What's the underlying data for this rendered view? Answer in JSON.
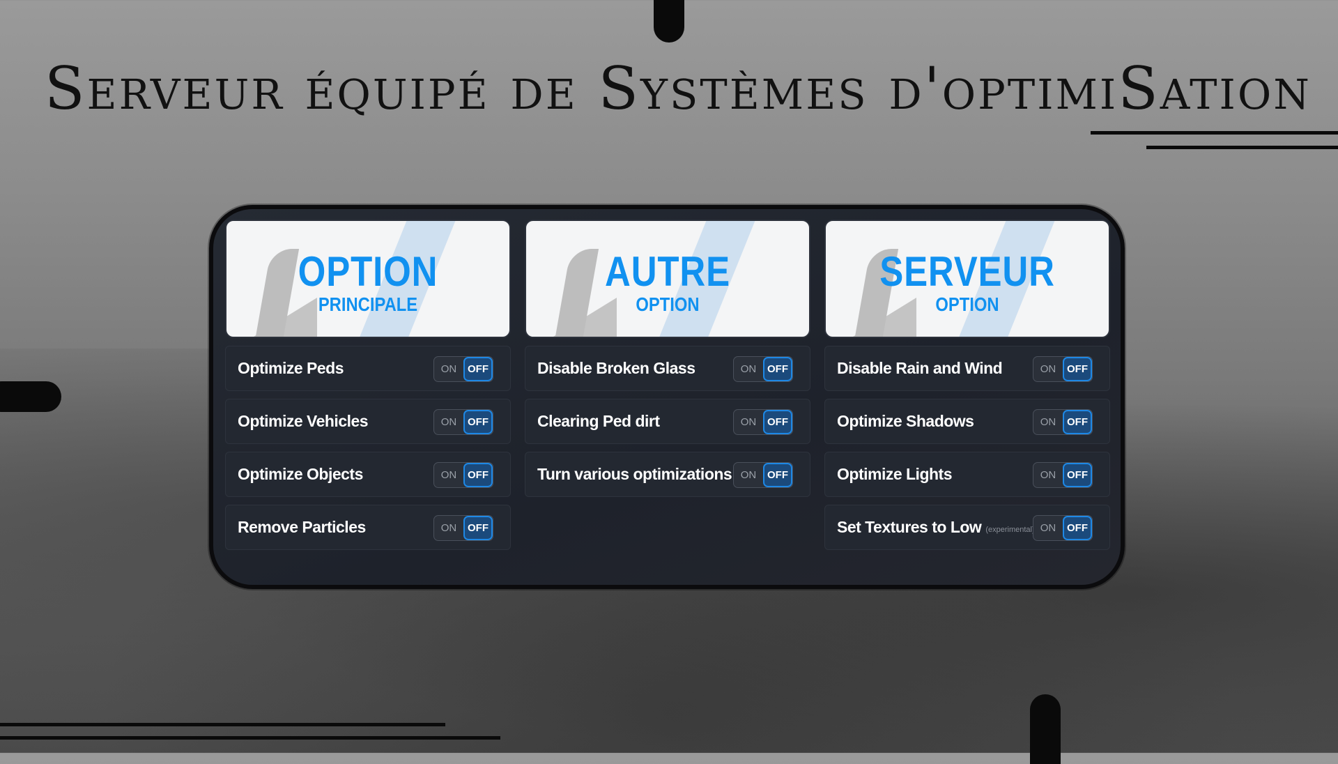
{
  "title": "Serveur équipé de Systèmes d'optimiSation",
  "colors": {
    "accent": "#1191f0",
    "panel": "#1e222b"
  },
  "toggle": {
    "on": "ON",
    "off": "OFF"
  },
  "columns": [
    {
      "title": "OPTION",
      "subtitle": "PRINCIPALE",
      "rows": [
        {
          "label": "Optimize Peds",
          "state": "OFF"
        },
        {
          "label": "Optimize Vehicles",
          "state": "OFF"
        },
        {
          "label": "Optimize Objects",
          "state": "OFF"
        },
        {
          "label": "Remove Particles",
          "state": "OFF"
        }
      ]
    },
    {
      "title": "AUTRE",
      "subtitle": "OPTION",
      "rows": [
        {
          "label": "Disable Broken Glass",
          "state": "OFF"
        },
        {
          "label": "Clearing Ped dirt",
          "state": "OFF"
        },
        {
          "label": "Turn various optimizations",
          "state": "OFF"
        }
      ]
    },
    {
      "title": "SERVEUR",
      "subtitle": "OPTION",
      "rows": [
        {
          "label": "Disable Rain and Wind",
          "state": "OFF"
        },
        {
          "label": "Optimize Shadows",
          "state": "OFF"
        },
        {
          "label": "Optimize Lights",
          "state": "OFF"
        },
        {
          "label": "Set Textures to Low",
          "note": "(experimental)",
          "state": "OFF"
        }
      ]
    }
  ]
}
